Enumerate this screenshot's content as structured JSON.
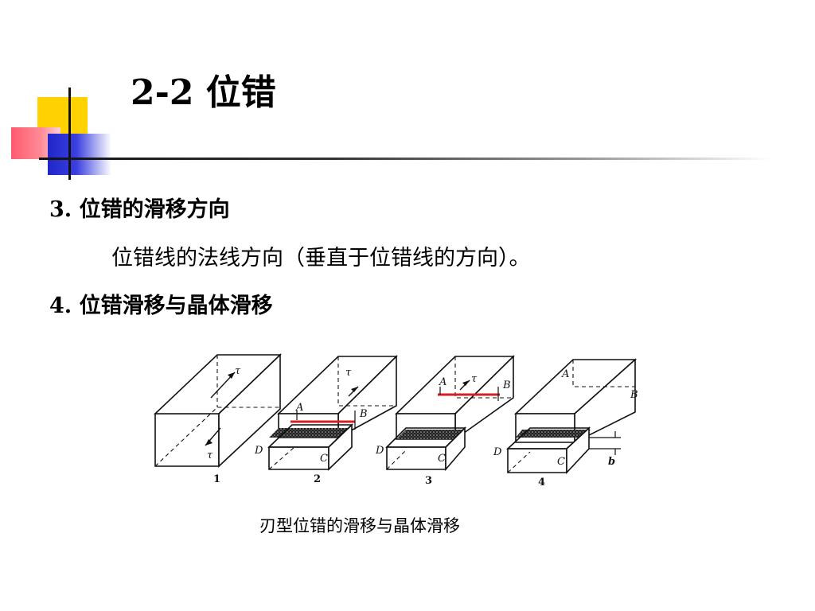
{
  "slide": {
    "title": "2-2 位错",
    "section3_heading": "3. 位错的滑移方向",
    "section3_text": "位错线的法线方向（垂直于位错线的方向）。",
    "section4_heading": "4. 位错滑移与晶体滑移",
    "caption": "刃型位错的滑移与晶体滑移"
  },
  "figure": {
    "panel_numbers": [
      "1",
      "2",
      "3",
      "4"
    ],
    "labels": {
      "tau": "τ",
      "A": "A",
      "B": "B",
      "C": "C",
      "D": "D",
      "b": "b"
    },
    "colors": {
      "dislocation_line": "#d42020",
      "outline": "#111111"
    }
  }
}
